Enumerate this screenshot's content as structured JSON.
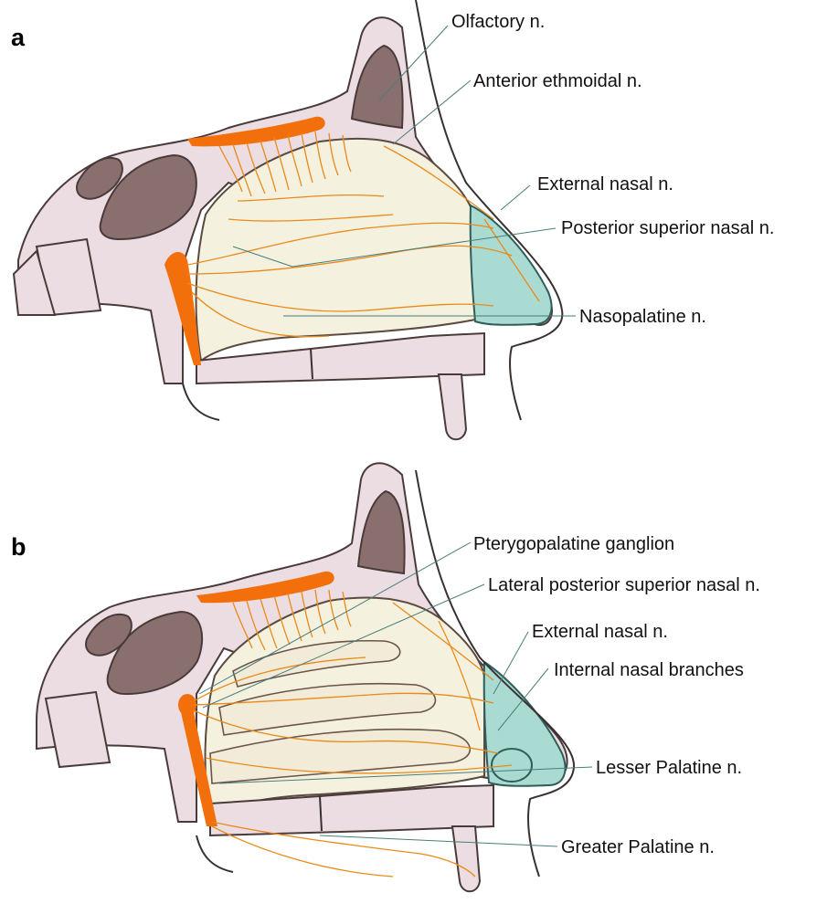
{
  "panel_a": {
    "letter": "a",
    "labels": [
      "Olfactory n.",
      "Anterior ethmoidal n.",
      "External nasal n.",
      "Posterior superior nasal n.",
      "Nasopalatine n."
    ]
  },
  "panel_b": {
    "letter": "b",
    "labels": [
      "Pterygopalatine ganglion",
      "Lateral posterior superior nasal n.",
      "External nasal n.",
      "Internal nasal branches",
      "Lesser Palatine n.",
      "Greater Palatine n."
    ]
  },
  "colors": {
    "bone": "#ecdde2",
    "sinus": "#8a6f6f",
    "mucosa": "#f5f1df",
    "cartilage": "#a9dbd3",
    "nerve": "#e98a1a",
    "leader": "#4a7d7a"
  }
}
